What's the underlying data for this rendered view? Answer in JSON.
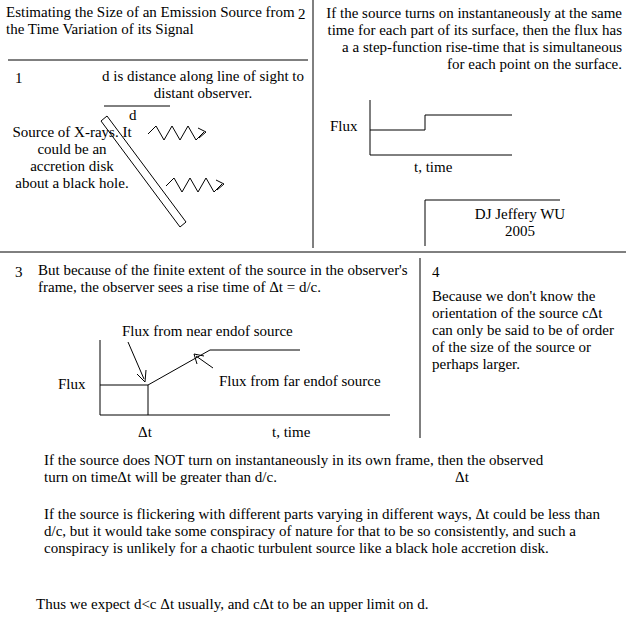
{
  "diagram": {
    "title": "Estimating the Size of an Emission Source from the Time Variation of its Signal",
    "labels": [
      "1",
      "d is distance along line of sight to distant observer.",
      "d",
      "Source of X-rays. It could be an accretion disk about a black hole.",
      "2",
      "If the source turns on instantaneously at the same time for each part of its surface, then the flux has a a step-function rise-time that is simultaneous for each point on the surface.",
      "Flux",
      "t, time",
      "DJ Jeffery WU 2005",
      "3",
      "But because of the finite extent of the source in the observer's frame, the observer sees a rise time of Δt = d/c.",
      "Flux from near endof source",
      "Flux",
      "Flux from far endof source",
      "Δt",
      "t, time",
      "4",
      "Because we don't know the orientation of the source cΔt can only be said to be of order of the size of the source or perhaps larger.",
      "If the source does NOT turn on instantaneously in its own frame, then the observed turn on timeΔt will be greater than d/c.",
      "Δt",
      "If the source is flickering with different parts varying in different ways, Δt could be less than d/c, but it would take some conspiracy of nature for that to be so consistently, and such a conspiracy is unlikely for a chaotic turbulent source like a black hole accretion disk.",
      "Thus we expect d<c Δt usually, and cΔt to be an upper limit on d."
    ]
  }
}
